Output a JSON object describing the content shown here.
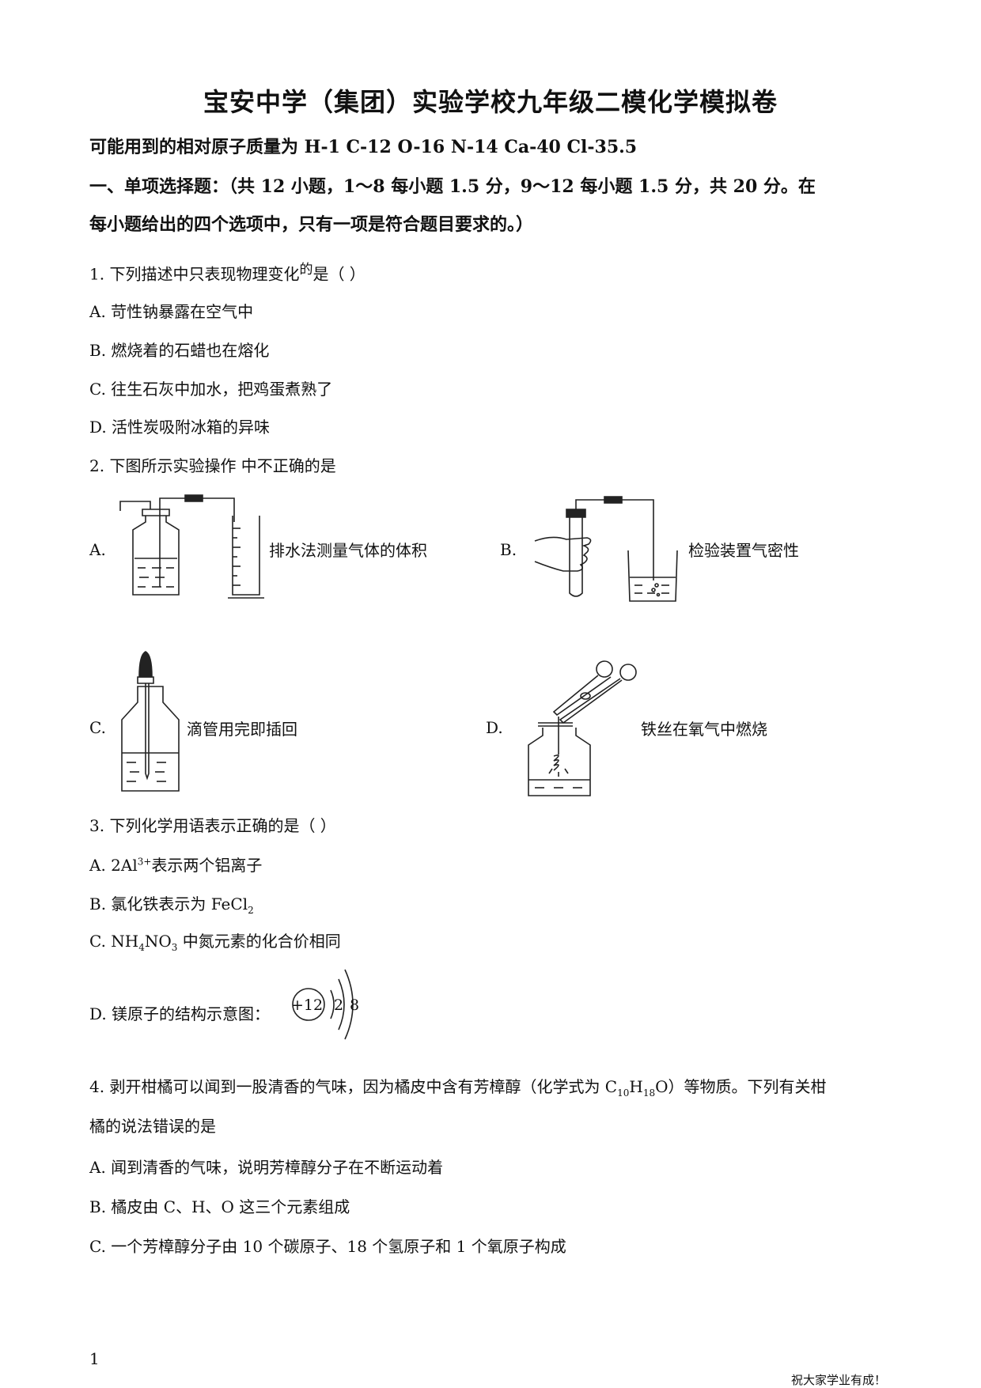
{
  "doc": {
    "title": "宝安中学（集团）实验学校九年级二模化学模拟卷",
    "atomic_mass": "可能用到的相对原子质量为 H-1    C-12    O-16    N-14    Ca-40    Cl-35.5",
    "section1_line1": "一、单项选择题：（共  12  小题，1～8  每小题  1.5  分，9～12  每小题  1.5  分，共  20  分。在",
    "section1_line2": "每小题给出的四个选项中，只有一项是符合题目要求的。）"
  },
  "q1": {
    "stem_a": "1. 下列描述中只表现物理变化",
    "stem_sup": "的",
    "stem_b": "是（        ）",
    "options": [
      "A. 苛性钠暴露在空气中",
      "B. 燃烧着的石蜡也在熔化",
      "C. 往生石灰中加水，把鸡蛋煮熟了",
      "D. 活性炭吸附冰箱的异味"
    ]
  },
  "q2": {
    "stem": "2. 下图所示实验操作  中不正确的是",
    "a_letter": "A.",
    "a_caption": "排水法测量气体的体积",
    "b_letter": "B.",
    "b_caption": "检验装置气密性",
    "c_letter": "C.",
    "c_caption": "滴管用完即插回",
    "d_letter": "D.",
    "d_caption": "铁丝在氧气中燃烧"
  },
  "q3": {
    "stem": "3. 下列化学用语表示正确的是（        ）",
    "a_pre": "A. 2Al",
    "a_sup": "3+",
    "a_post": "表示两个铝离子",
    "b_pre": "B.  氯化铁表示为 FeCl",
    "b_sub": "2",
    "c_1": "C. NH",
    "c_sub1": "4",
    "c_2": "NO",
    "c_sub2": "3",
    "c_3": " 中氮元素的化合价相同",
    "d_text": "D.  镁原子的结构示意图：",
    "nucleus": "+12",
    "shell1": "2",
    "shell2": "8"
  },
  "q4": {
    "stem_a": "4. 剥开柑橘可以闻到一股清香的气味，因为橘皮中含有芳樟醇（化学式为  C",
    "sub1": "10",
    "stem_b": "H",
    "sub2": "18",
    "stem_c": "O）等物质。下列有关柑",
    "stem_line2": "橘的说法错误的是",
    "options": [
      "A.  闻到清香的气味，说明芳樟醇分子在不断运动着",
      "B.  橘皮由  C、H、O  这三个元素组成",
      "C.  一个芳樟醇分子由  10  个碳原子、18  个氢原子和  1  个氧原子构成"
    ]
  },
  "footer": {
    "page_number": "1",
    "motto": "祝大家学业有成！"
  }
}
